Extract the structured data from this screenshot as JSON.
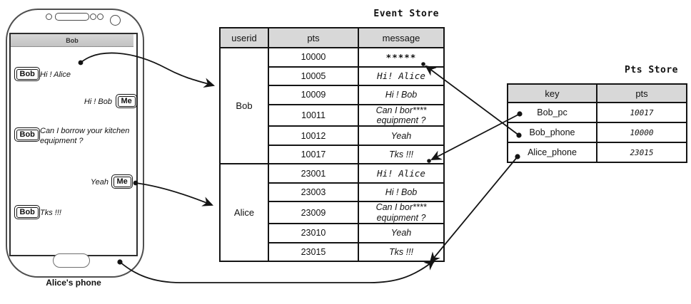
{
  "phone": {
    "status_bar_title": "Bob",
    "label": "Alice's phone",
    "messages": [
      {
        "sender": "Bob",
        "text": "Hi ! Alice",
        "side": "left"
      },
      {
        "sender": "Me",
        "text": "Hi ! Bob",
        "side": "right"
      },
      {
        "sender": "Bob",
        "text": "Can I borrow your kitchen equipment ?",
        "side": "left"
      },
      {
        "sender": "Me",
        "text": "Yeah",
        "side": "right"
      },
      {
        "sender": "Bob",
        "text": "Tks !!!",
        "side": "left"
      }
    ]
  },
  "event_store": {
    "title": "Event Store",
    "columns": {
      "userid": "userid",
      "pts": "pts",
      "message": "message"
    },
    "groups": [
      {
        "userid": "Bob",
        "rows": [
          {
            "pts": "10000",
            "message": "*****"
          },
          {
            "pts": "10005",
            "message": "Hi! Alice"
          },
          {
            "pts": "10009",
            "message": "Hi ! Bob"
          },
          {
            "pts": "10011",
            "message": "Can I bor**** equipment ?"
          },
          {
            "pts": "10012",
            "message": "Yeah"
          },
          {
            "pts": "10017",
            "message": "Tks !!!"
          }
        ]
      },
      {
        "userid": "Alice",
        "rows": [
          {
            "pts": "23001",
            "message": "Hi! Alice"
          },
          {
            "pts": "23003",
            "message": "Hi ! Bob"
          },
          {
            "pts": "23009",
            "message": "Can I bor**** equipment ?"
          },
          {
            "pts": "23010",
            "message": "Yeah"
          },
          {
            "pts": "23015",
            "message": "Tks !!!"
          }
        ]
      }
    ]
  },
  "pts_store": {
    "title": "Pts Store",
    "columns": {
      "key": "key",
      "pts": "pts"
    },
    "rows": [
      {
        "key": "Bob_pc",
        "pts": "10017"
      },
      {
        "key": "Bob_phone",
        "pts": "10000"
      },
      {
        "key": "Alice_phone",
        "pts": "23015"
      }
    ]
  },
  "colors": {
    "line": "#141414",
    "table_header_bg": "#d8d8d8",
    "phone_outline": "#4f4f4f"
  }
}
